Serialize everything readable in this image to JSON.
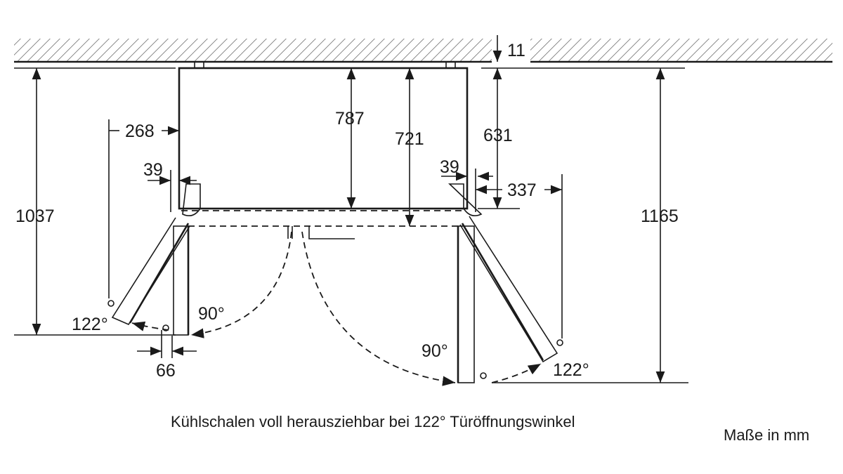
{
  "dimensions": {
    "ceiling_gap": "11",
    "depth_total": "787",
    "depth_body": "721",
    "depth_right": "631",
    "left_clearance": "268",
    "hinge_left": "39",
    "hinge_right": "39",
    "right_clearance": "337",
    "left_total": "1037",
    "right_total": "1165",
    "door_offset": "66"
  },
  "angles": {
    "left_open": "122°",
    "left_90": "90°",
    "right_90": "90°",
    "right_open": "122°"
  },
  "caption": "Kühlschalen voll herausziehbar bei 122° Türöffnungswinkel",
  "units_note": "Maße in mm"
}
